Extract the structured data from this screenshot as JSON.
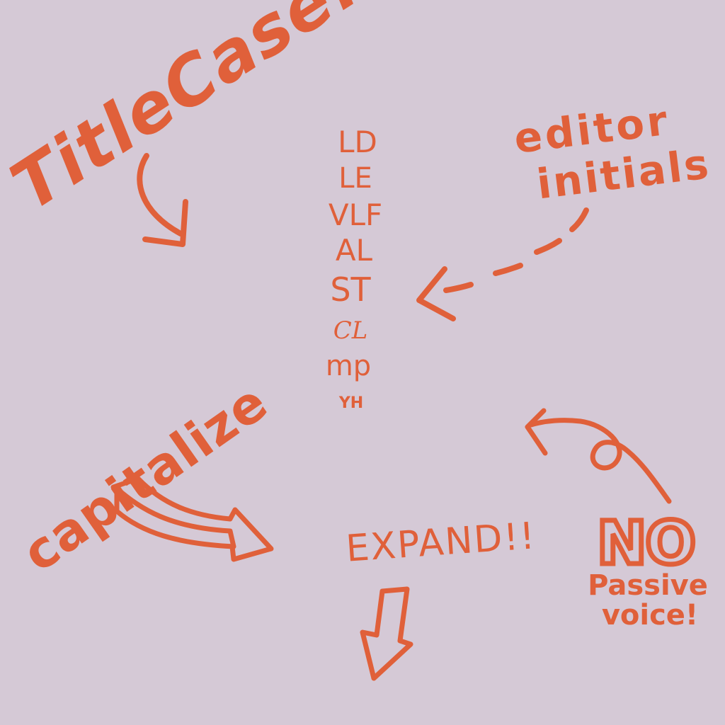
{
  "colors": {
    "background": "#d5c9d6",
    "ink": "#e0603a"
  },
  "notes": {
    "title_case": "TitleCase!",
    "editor_label_line1": "editor",
    "editor_label_line2": "initials",
    "capitalize": "capitalize",
    "expand": "EXPAND!!",
    "no": "NO",
    "passive_line1": "Passive",
    "passive_line2": "voice!"
  },
  "initials": [
    "LD",
    "LE",
    "VLF",
    "AL",
    "ST",
    "CL",
    "mp",
    "YH"
  ],
  "icons": [
    "curved-arrow-down-icon",
    "dashed-arrow-left-icon",
    "outline-arrow-right-icon",
    "outline-arrow-down-icon",
    "curved-arrow-up-left-icon"
  ]
}
